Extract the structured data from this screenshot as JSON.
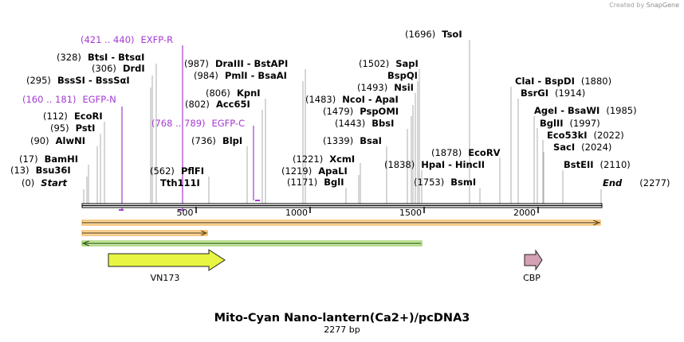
{
  "credit": {
    "prefix": "Created by",
    "brand": "SnapGene"
  },
  "title": "Mito-Cyan Nano-lantern(Ca2+)/pcDNA3",
  "subtitle": "2277 bp",
  "sequence_length": 2277,
  "ruler_ticks": [
    {
      "pos": 500,
      "label": "500"
    },
    {
      "pos": 1000,
      "label": "1000"
    },
    {
      "pos": 1500,
      "label": "1500"
    },
    {
      "pos": 2000,
      "label": "2000"
    }
  ],
  "sites": [
    {
      "pos": 0,
      "pos_label": "(0)",
      "name": "Start",
      "italic": true
    },
    {
      "pos": 13,
      "pos_label": "(13)",
      "name": "Bsu36I"
    },
    {
      "pos": 17,
      "pos_label": "(17)",
      "name": "BamHI"
    },
    {
      "pos": 90,
      "pos_label": "(90)",
      "name": "AlwNI"
    },
    {
      "pos": 95,
      "pos_label": "(95)",
      "name": "PstI"
    },
    {
      "pos": 112,
      "pos_label": "(112)",
      "name": "EcoRI"
    },
    {
      "pos": 295,
      "pos_label": "(295)",
      "name": "BssSI  -  BssSαI"
    },
    {
      "pos": 306,
      "pos_label": "(306)",
      "name": "DrdI"
    },
    {
      "pos": 328,
      "pos_label": "(328)",
      "name": "BtsI  -  BtsαI"
    },
    {
      "pos": 562,
      "pos_label": "(562)",
      "name": "PflFI"
    },
    {
      "pos": 562,
      "pos_label": "",
      "name": "Tth111I"
    },
    {
      "pos": 736,
      "pos_label": "(736)",
      "name": "BlpI"
    },
    {
      "pos": 802,
      "pos_label": "(802)",
      "name": "Acc65I"
    },
    {
      "pos": 806,
      "pos_label": "(806)",
      "name": "KpnI"
    },
    {
      "pos": 984,
      "pos_label": "(984)",
      "name": "PmlI  -  BsaAI"
    },
    {
      "pos": 987,
      "pos_label": "(987)",
      "name": "DraIII  -  BstAPI"
    },
    {
      "pos": 1171,
      "pos_label": "(1171)",
      "name": "BglI"
    },
    {
      "pos": 1219,
      "pos_label": "(1219)",
      "name": "ApaLI"
    },
    {
      "pos": 1221,
      "pos_label": "(1221)",
      "name": "XcmI"
    },
    {
      "pos": 1339,
      "pos_label": "(1339)",
      "name": "BsaI"
    },
    {
      "pos": 1443,
      "pos_label": "(1443)",
      "name": "BbsI"
    },
    {
      "pos": 1479,
      "pos_label": "(1479)",
      "name": "PspOMI"
    },
    {
      "pos": 1483,
      "pos_label": "(1483)",
      "name": "NcoI  -  ApaI"
    },
    {
      "pos": 1493,
      "pos_label": "(1493)",
      "name": "NsiI"
    },
    {
      "pos": 1502,
      "pos_label": "",
      "name": "BspQI"
    },
    {
      "pos": 1502,
      "pos_label": "(1502)",
      "name": "SapI"
    },
    {
      "pos": 1838,
      "pos_label": "(1838)",
      "name": "HpaI  -  HincII"
    },
    {
      "pos": 1753,
      "pos_label": "(1753)",
      "name": "BsmI"
    },
    {
      "pos": 1878,
      "pos_label": "(1878)",
      "name": "EcoRV"
    },
    {
      "pos": 1696,
      "pos_label": "(1696)",
      "name": "TsoI"
    },
    {
      "pos": 1880,
      "pos_label": "(1880)",
      "name": "ClaI  -  BspDI"
    },
    {
      "pos": 1914,
      "pos_label": "(1914)",
      "name": "BsrGI"
    },
    {
      "pos": 1985,
      "pos_label": "(1985)",
      "name": "AgeI  -  BsaWI"
    },
    {
      "pos": 1997,
      "pos_label": "(1997)",
      "name": "BglII"
    },
    {
      "pos": 2022,
      "pos_label": "(2022)",
      "name": "Eco53kI"
    },
    {
      "pos": 2024,
      "pos_label": "(2024)",
      "name": "SacI"
    },
    {
      "pos": 2110,
      "pos_label": "(2110)",
      "name": "BstEII"
    },
    {
      "pos": 2277,
      "pos_label": "(2277)",
      "name": "End",
      "italic": true
    }
  ],
  "primers": [
    {
      "pos_label": "(160 .. 181)",
      "name": "EGFP-N",
      "start": 160,
      "end": 181,
      "direction": "reverse"
    },
    {
      "pos_label": "(421 .. 440)",
      "name": "EXFP-R",
      "start": 421,
      "end": 440,
      "direction": "reverse"
    },
    {
      "pos_label": "(768 .. 789)",
      "name": "EGFP-C",
      "start": 768,
      "end": 789,
      "direction": "forward"
    }
  ],
  "features": [
    {
      "name": "VN173",
      "start": 115,
      "end": 625,
      "color": "#e8f542",
      "direction": "forward"
    },
    {
      "name": "CBP",
      "start": 1941,
      "end": 2018,
      "color": "#d4a0b5",
      "direction": "forward"
    }
  ],
  "colors": {
    "primer": "#a43bd1",
    "orf": "#f0a030",
    "orf_rev": "#80c040",
    "text": "#000000"
  }
}
